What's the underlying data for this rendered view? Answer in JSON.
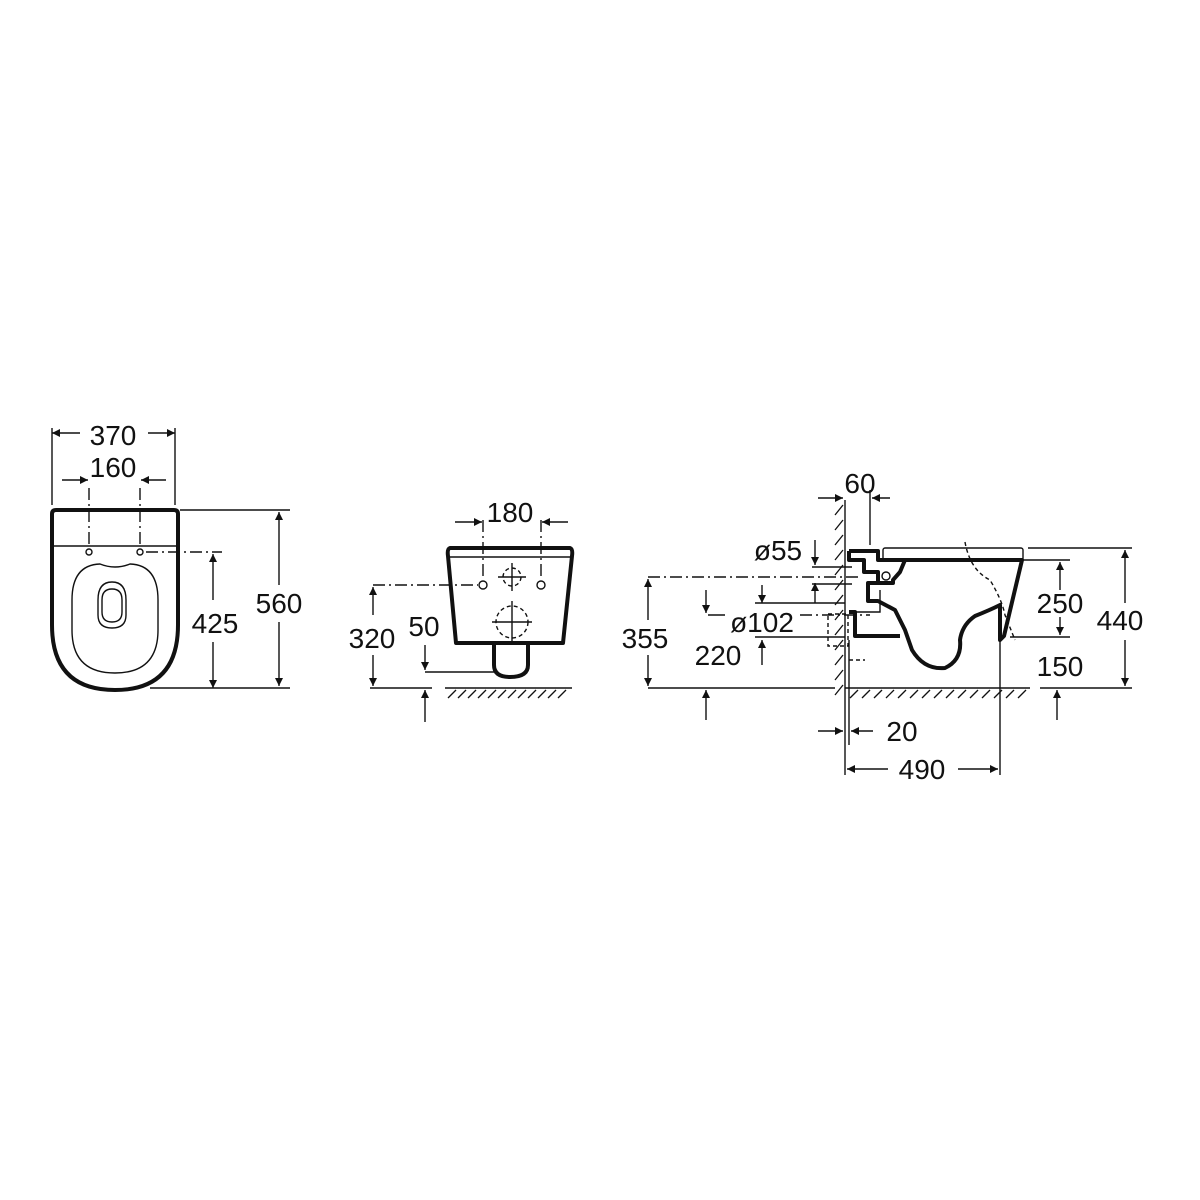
{
  "views": {
    "top": {
      "width_total": "370",
      "hole_spacing": "160",
      "hole_to_back": "425",
      "depth_total": "560"
    },
    "front": {
      "hole_spacing": "180",
      "hole_height": "320",
      "outlet_gap": "50"
    },
    "side": {
      "wall_to_seat": "60",
      "inlet_diameter": "ø55",
      "outlet_diameter": "ø102",
      "inlet_height": "355",
      "outlet_height": "220",
      "bowl_height": "250",
      "total_height": "440",
      "rim_to_floor": "150",
      "wall_gap": "20",
      "projection": "490"
    }
  }
}
